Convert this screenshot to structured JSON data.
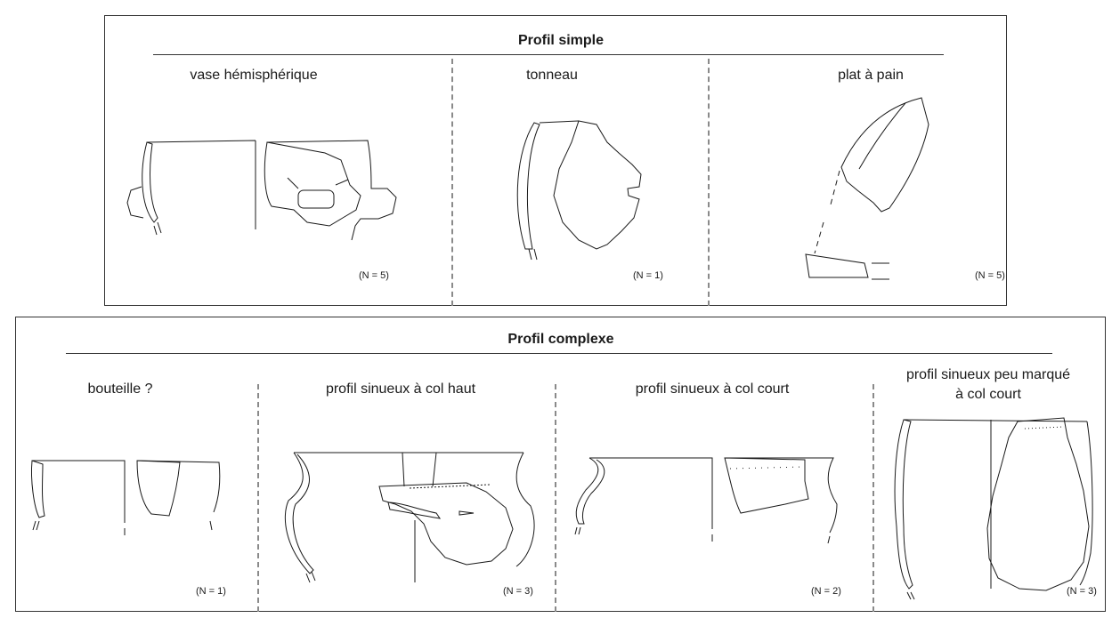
{
  "simple": {
    "title": "Profil simple",
    "types": [
      {
        "label": "vase hémisphérique",
        "count": "(N = 5)"
      },
      {
        "label": "tonneau",
        "count": "(N = 1)"
      },
      {
        "label": "plat à pain",
        "count": "(N = 5)"
      }
    ]
  },
  "complex": {
    "title": "Profil complexe",
    "types": [
      {
        "label": "bouteille ?",
        "count": "(N = 1)"
      },
      {
        "label": "profil sinueux à col haut",
        "count": "(N = 3)"
      },
      {
        "label": "profil sinueux à col court",
        "count": "(N = 2)"
      },
      {
        "label": "profil sinueux peu marqué",
        "label2": "à col court",
        "count": "(N = 3)"
      }
    ]
  }
}
